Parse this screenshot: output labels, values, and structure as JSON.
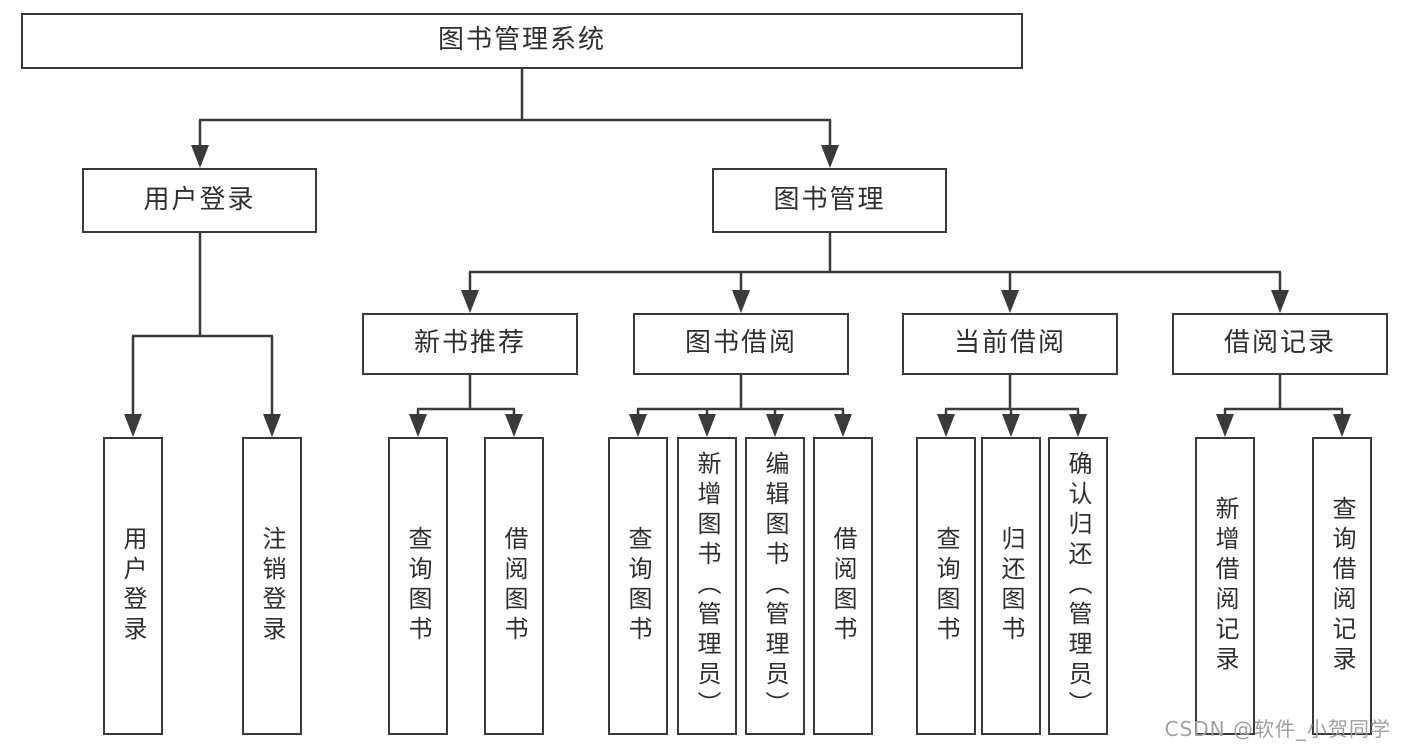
{
  "nodes": {
    "root": {
      "label": "图书管理系统"
    },
    "userLogin": {
      "label": "用户登录",
      "children": [
        "用户登录",
        "注销登录"
      ]
    },
    "bookMgmt": {
      "label": "图书管理"
    },
    "newBooks": {
      "label": "新书推荐",
      "children": [
        "查询图书",
        "借阅图书"
      ]
    },
    "bookBorrow": {
      "label": "图书借阅",
      "children": [
        "查询图书",
        "新增图书（管理员）",
        "编辑图书（管理员）",
        "借阅图书"
      ]
    },
    "currentBorrow": {
      "label": "当前借阅",
      "children": [
        "查询图书",
        "归还图书",
        "确认归还（管理员）"
      ]
    },
    "borrowRecords": {
      "label": "借阅记录",
      "children": [
        "新增借阅记录",
        "查询借阅记录"
      ]
    }
  },
  "watermark": {
    "text": "CSDN @软件_小贺同学"
  },
  "colors": {
    "line": "#3a3a3a",
    "text": "#2f2f2f",
    "watermark": "#a0a0a0",
    "background": "#ffffff"
  }
}
